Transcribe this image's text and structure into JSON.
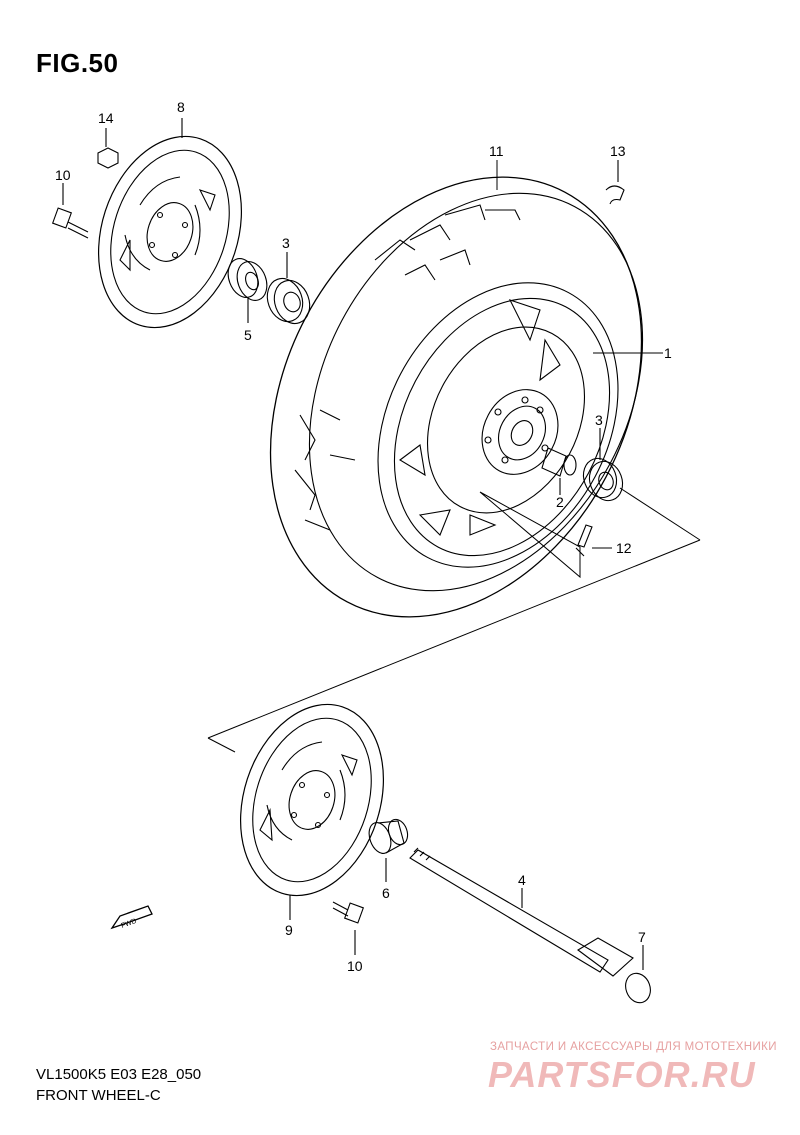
{
  "figure": {
    "title": "FIG.50",
    "model_code": "VL1500K5 E03 E28_050",
    "caption": "FRONT WHEEL-C"
  },
  "callouts": {
    "c1": "1",
    "c2": "2",
    "c3a": "3",
    "c3b": "3",
    "c4": "4",
    "c5": "5",
    "c6": "6",
    "c7": "7",
    "c8": "8",
    "c9": "9",
    "c10a": "10",
    "c10b": "10",
    "c11": "11",
    "c12": "12",
    "c13": "13",
    "c14": "14"
  },
  "fwd_label": "FWD",
  "watermark": {
    "tagline": "ЗАПЧАСТИ И АКСЕССУАРЫ ДЛЯ МОТОТЕХНИКИ",
    "logo_text": "PARTSFOR.RU"
  },
  "colors": {
    "line": "#000000",
    "watermark": "#f0b9b9"
  }
}
